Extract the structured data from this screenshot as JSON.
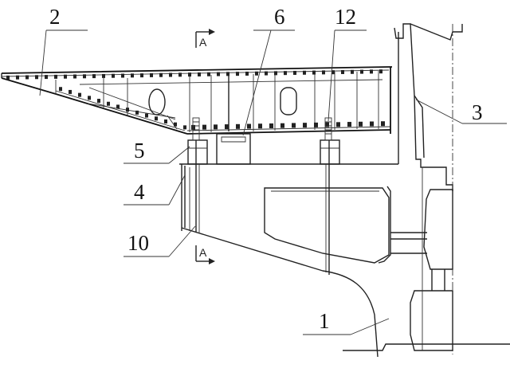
{
  "figure": {
    "callouts": [
      {
        "id": "c2",
        "text": "2"
      },
      {
        "id": "c6",
        "text": "6"
      },
      {
        "id": "c12",
        "text": "12"
      },
      {
        "id": "c3",
        "text": "3"
      },
      {
        "id": "c5",
        "text": "5"
      },
      {
        "id": "c4",
        "text": "4"
      },
      {
        "id": "c10",
        "text": "10"
      },
      {
        "id": "c1",
        "text": "1"
      }
    ],
    "section_marks": [
      {
        "id": "top",
        "text": "A"
      },
      {
        "id": "bottom",
        "text": "A"
      }
    ]
  }
}
